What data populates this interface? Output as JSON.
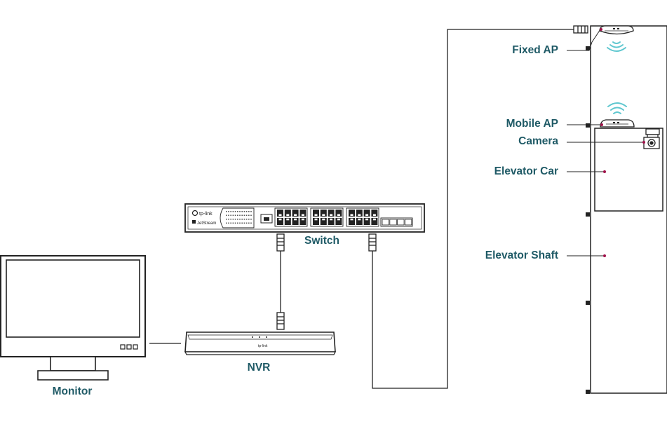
{
  "labels": {
    "fixed_ap": "Fixed AP",
    "mobile_ap": "Mobile AP",
    "camera": "Camera",
    "elevator_car": "Elevator Car",
    "elevator_shaft": "Elevator Shaft",
    "switch": "Switch",
    "nvr": "NVR",
    "monitor": "Monitor"
  },
  "brand": {
    "logo_text": "tp-link",
    "switch_series": "JetStream"
  },
  "colors": {
    "label": "#1f5a66",
    "line": "#222222",
    "wifi": "#5fc7cf",
    "marker": "#a0124a"
  }
}
